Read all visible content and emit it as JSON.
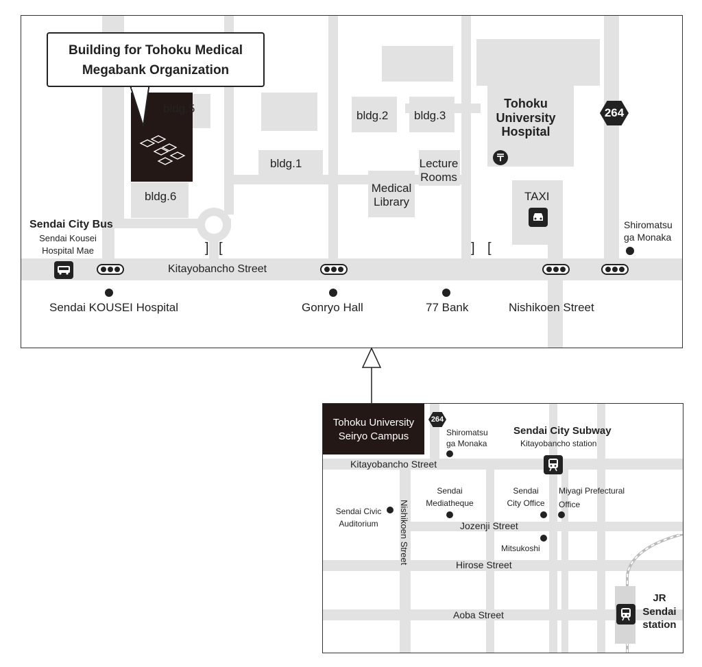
{
  "top_map": {
    "callout": {
      "line1": "Building for Tohoku Medical",
      "line2": "Megabank Organization"
    },
    "buildings": {
      "bldg5": "bldg.5",
      "bldg6": "bldg.6",
      "bldg1": "bldg.1",
      "bldg2": "bldg.2",
      "bldg3": "bldg.3",
      "lecture_line1": "Lecture",
      "lecture_line2": "Rooms",
      "library_line1": "Medical",
      "library_line2": "Library",
      "hospital_line1": "Tohoku",
      "hospital_line2": "University",
      "hospital_line3": "Hospital",
      "taxi": "TAXI"
    },
    "route_number": "264",
    "bus": {
      "title": "Sendai City Bus",
      "stop_line1": "Sendai Kousei",
      "stop_line2": "Hospital Mae"
    },
    "shiromatsu_line1": "Shiromatsu",
    "shiromatsu_line2": "ga Monaka",
    "street": "Kitayobancho Street",
    "landmarks": {
      "kousei": "Sendai KOUSEI Hospital",
      "gonryo": "Gonryo Hall",
      "bank": "77 Bank",
      "nishikoen": "Nishikoen Street"
    },
    "bracket_left": "]",
    "bracket_right": "["
  },
  "bottom_map": {
    "campus_line1": "Tohoku University",
    "campus_line2": "Seiryo Campus",
    "route_number": "264",
    "shiromatsu_line1": "Shiromatsu",
    "shiromatsu_line2": "ga Monaka",
    "subway_title": "Sendai City Subway",
    "subway_station": "Kitayobancho station",
    "streets": {
      "kitayobancho": "Kitayobancho Street",
      "jozenji": "Jozenji Street",
      "hirose": "Hirose Street",
      "aoba": "Aoba Street",
      "nishikoen": "Nishikoen Street"
    },
    "places": {
      "mediatheque_line1": "Sendai",
      "mediatheque_line2": "Mediatheque",
      "cityoffice_line1": "Sendai",
      "cityoffice_line2": "City Office",
      "pref_line1": "Miyagi Prefectural",
      "pref_line2": "Office",
      "civic_line1": "Sendai Civic",
      "civic_line2": "Auditorium",
      "mitsukoshi": "Mitsukoshi"
    },
    "jr_line1": "JR",
    "jr_line2": "Sendai",
    "jr_line3": "station"
  },
  "colors": {
    "road": "#e2e2e2",
    "ink": "#222222",
    "frame": "#333333"
  }
}
